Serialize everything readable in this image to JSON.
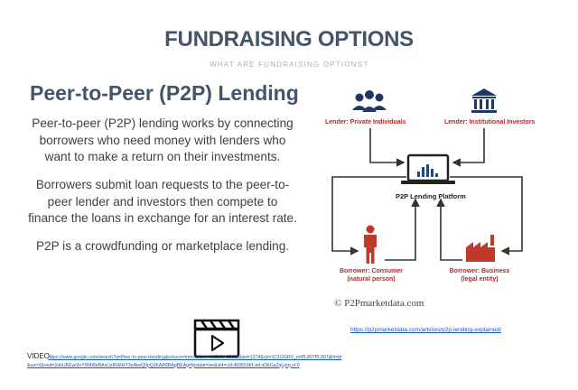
{
  "header": {
    "title": "FUNDRAISING OPTIONS",
    "subtitle": "WHAT ARE FUNDRAISING OPTIONS?"
  },
  "section": {
    "heading": "Peer-to-Peer (P2P) Lending",
    "paragraphs": [
      "Peer-to-peer (P2P) lending works by connecting borrowers who need money with lenders who want to make a return on their investments.",
      "Borrowers submit loan requests to the peer-to-peer lender and investors then compete to finance the loans in exchange for an interest rate.",
      "P2P is a crowdfunding or marketplace lending."
    ]
  },
  "diagram": {
    "lender_private": "Lender: Private Individuals",
    "lender_institutional": "Lender: Institutional Investors",
    "platform": "P2P Lending Platform",
    "borrower_consumer": [
      "Borrower: Consumer",
      "(natural person)"
    ],
    "borrower_business": [
      "Borrower: Business",
      "(legal entity)"
    ],
    "copyright": "© P2Pmarketdata.com",
    "colors": {
      "red": "#b22a2a",
      "navy": "#1f3864",
      "arrow": "#333333"
    },
    "icons": [
      "people-icon",
      "bank-icon",
      "laptop-chart-icon",
      "person-icon",
      "factory-icon"
    ]
  },
  "links": {
    "source": "https://p2pmarketdata.com/articles/p2p-lending-explained/",
    "video_label": "VIDEO: ",
    "video_url": "https://www.google.com/search?q=Peer-to-peer+lending&source=lnms&tbm=vid&bih=1038&biw=1374&rlz=1C1GGRV_enPL807PL807&hl=pl&sa=X&ved=2ahUKEwi3nYW4t8eBAxUzIRAIHY3eAiwQ0pQJKAR6BAgBEAg#fpstate=ive&vld=cid:d69553bf,vid:sOkGsZqLprg,st:0"
  }
}
